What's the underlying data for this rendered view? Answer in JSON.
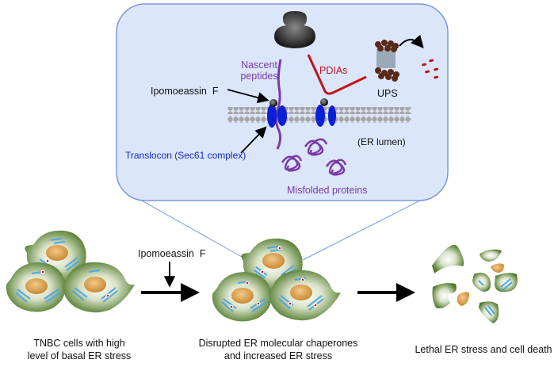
{
  "panel": {
    "labels": {
      "nascent_line1": "Nascent",
      "nascent_line2": "peptides",
      "pdias": "PDIAs",
      "ipomoeassin": "Ipomoeassin  F",
      "ups": "UPS",
      "translocon": "Translocon (Sec61 complex)",
      "er_lumen": "(ER lumen)",
      "misfolded": "Misfolded proteins"
    },
    "colors": {
      "background": "#dbe6fb",
      "border": "#7f97dc",
      "nascent": "#7a3aa8",
      "pdias": "#c0141a",
      "translocon": "#0a1fd6",
      "membrane": "#9e9e9e"
    }
  },
  "stages": {
    "drug_label": "Ipomoeassin  F",
    "captions": [
      {
        "line1": "TNBC cells with high",
        "line2": "level of basal ER stress"
      },
      {
        "line1": "Disrupted ER molecular chaperones",
        "line2": "and increased ER stress"
      },
      {
        "line1": "Lethal ER stress and cell death",
        "line2": ""
      }
    ]
  }
}
